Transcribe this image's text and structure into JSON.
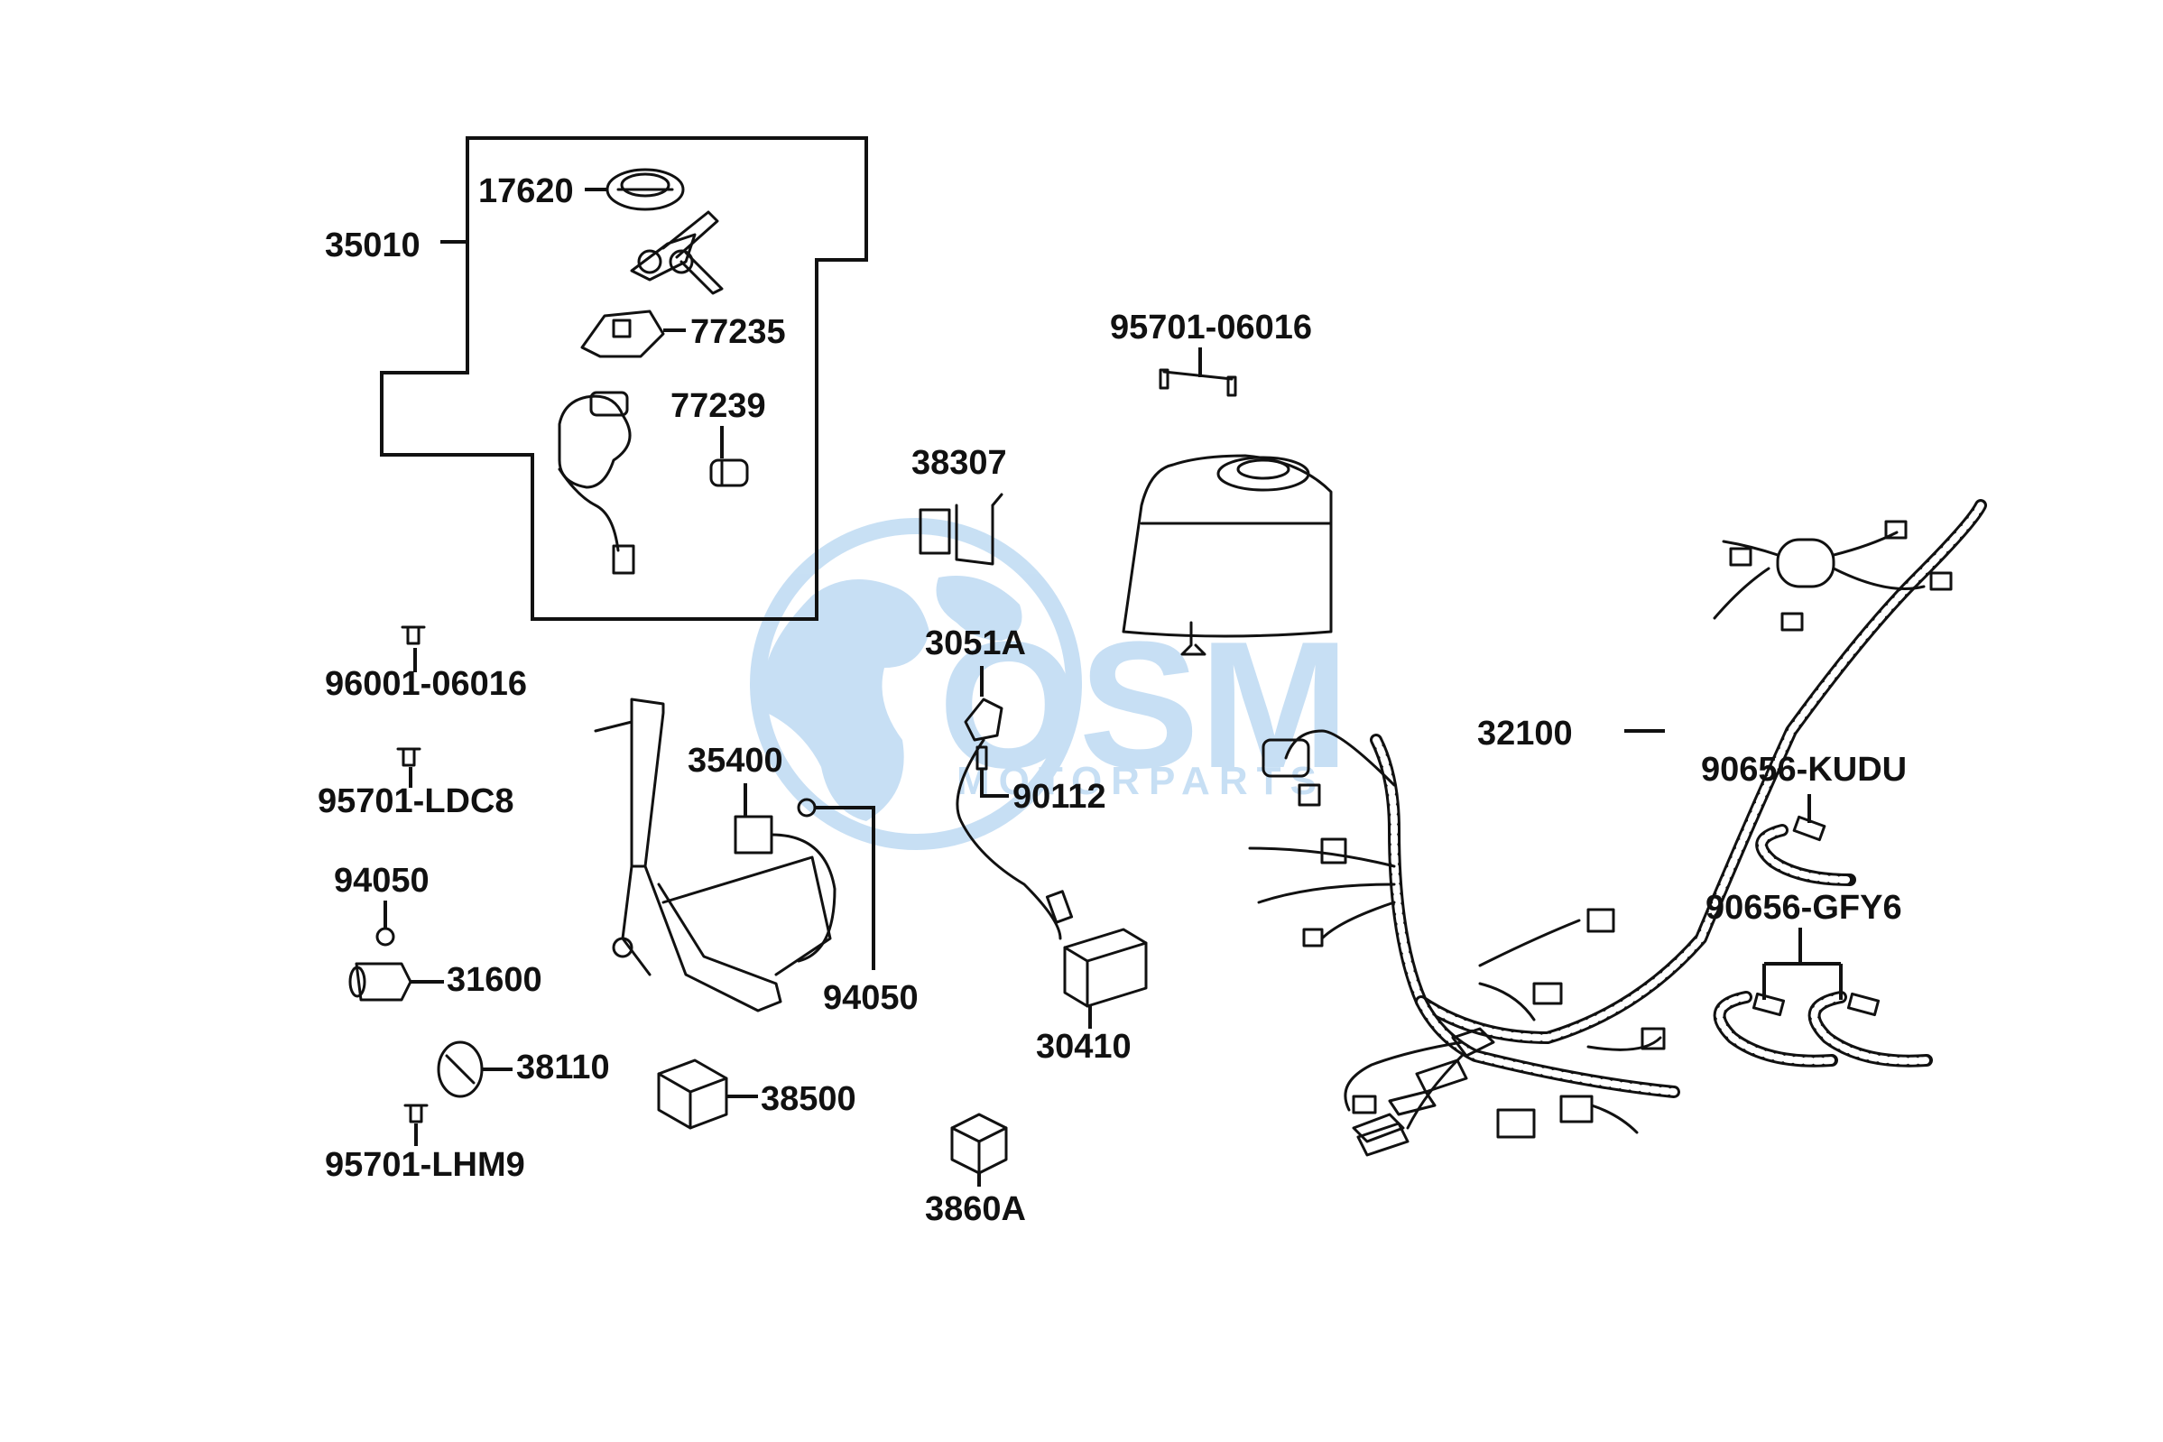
{
  "watermark": {
    "logo_text": "OSM",
    "sub_text": "MOTORPARTS",
    "color": "#3a8fd9",
    "icon": "globe-icon"
  },
  "labels": {
    "p35010": "35010",
    "p17620": "17620",
    "p77235": "77235",
    "p77239": "77239",
    "p38307": "38307",
    "p95701_06016": "95701-06016",
    "p96001_06016": "96001-06016",
    "p95701_LDC8": "95701-LDC8",
    "p94050_a": "94050",
    "p31600": "31600",
    "p38110": "38110",
    "p95701_LHM9": "95701-LHM9",
    "p35400": "35400",
    "p94050_b": "94050",
    "p38500": "38500",
    "p3051A": "3051A",
    "p90112": "90112",
    "p30410": "30410",
    "p3860A": "3860A",
    "p32100": "32100",
    "p90656_KUDU": "90656-KUDU",
    "p90656_GFY6": "90656-GFY6"
  },
  "colors": {
    "line": "#111111",
    "background": "#ffffff",
    "watermark": "#3a8fd9"
  }
}
